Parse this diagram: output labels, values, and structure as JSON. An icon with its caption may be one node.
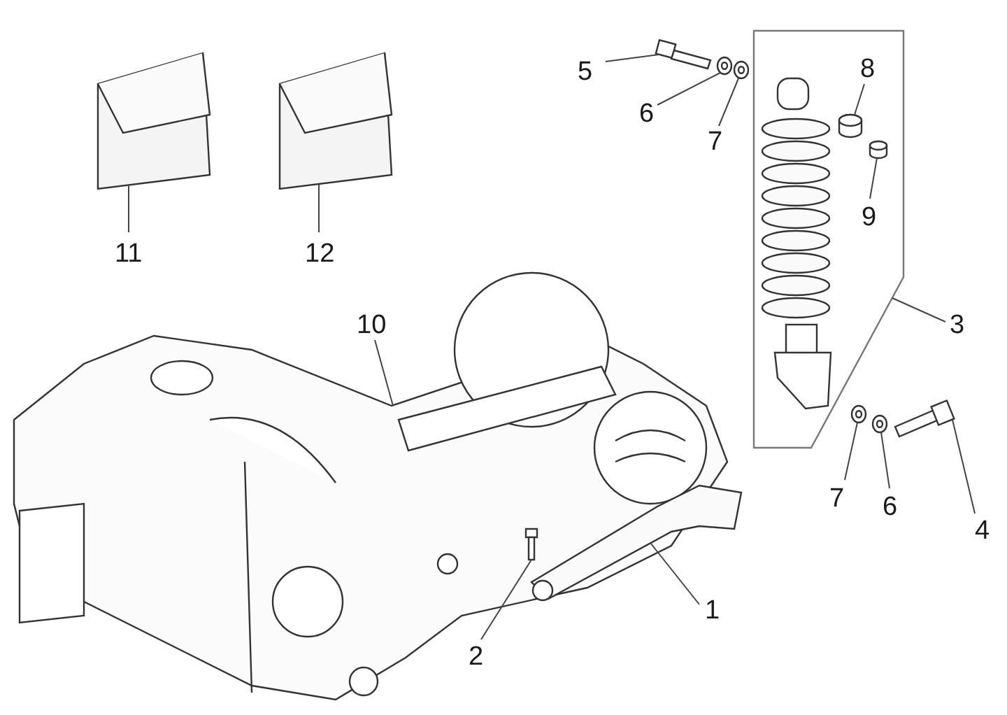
{
  "diagram": {
    "nodes": [
      {
        "text": [
          "5"
        ]
      },
      {
        "text": [
          "8"
        ],
        "in": 22
      },
      {
        "text": [
          "6"
        ]
      },
      {
        "text": [
          "7"
        ]
      },
      {
        "text": [
          "9"
        ],
        "in": 22
      },
      {
        "text": [
          "11"
        ]
      },
      {
        "text": [
          "12"
        ]
      },
      {
        "text": [
          "10"
        ]
      },
      {
        "text": [
          "3"
        ]
      },
      {
        "text": [
          "7"
        ]
      },
      {
        "text": [
          "6"
        ]
      },
      {
        "text": [
          "4"
        ]
      },
      {
        "text": [
          "1"
        ]
      },
      {
        "text": [
          "2"
        ]
      },
      {
        "text": [],
        "shape": "picture"
      },
      {
        "text": [],
        "shape": "cylinder",
        "in": 22
      },
      {
        "text": [],
        "shape": "circle"
      },
      {
        "text": [],
        "shape": "circle"
      },
      {
        "text": [],
        "shape": "cylinder",
        "in": 22
      },
      {
        "text": [],
        "shape": "picture"
      },
      {
        "text": [],
        "shape": "picture"
      },
      {
        "text": [],
        "shape": "picture"
      },
      {
        "text": [],
        "shape": "box"
      },
      {
        "text": [],
        "shape": "circle"
      },
      {
        "text": [],
        "shape": "circle"
      },
      {
        "text": [],
        "shape": "picture"
      },
      {
        "text": [],
        "shape": "picture"
      },
      {
        "text": [],
        "shape": "picture",
        "in": 21
      }
    ],
    "edges": [
      {
        "from": 0,
        "to": 14,
        "arrow": "none"
      },
      {
        "from": 1,
        "to": 15,
        "arrow": "none"
      },
      {
        "from": 2,
        "to": 16,
        "arrow": "none"
      },
      {
        "from": 3,
        "to": 17,
        "arrow": "none"
      },
      {
        "from": 4,
        "to": 18,
        "arrow": "none"
      },
      {
        "from": 5,
        "to": 19,
        "arrow": "none"
      },
      {
        "from": 6,
        "to": 20,
        "arrow": "none"
      },
      {
        "from": 7,
        "to": 21,
        "arrow": "none"
      },
      {
        "from": 8,
        "to": 22,
        "arrow": "none"
      },
      {
        "from": 9,
        "to": 23,
        "arrow": "none"
      },
      {
        "from": 10,
        "to": 24,
        "arrow": "none"
      },
      {
        "from": 11,
        "to": 25,
        "arrow": "none"
      },
      {
        "from": 12,
        "to": 26,
        "arrow": "none"
      },
      {
        "from": 13,
        "to": 27,
        "arrow": "none"
      }
    ]
  }
}
